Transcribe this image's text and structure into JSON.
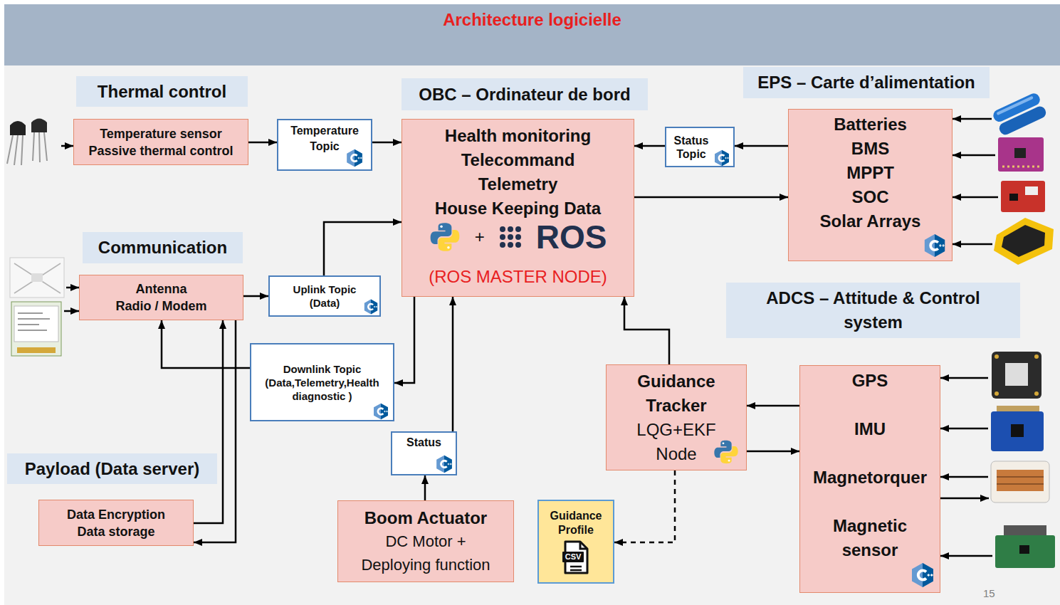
{
  "diagram": {
    "title": "Architecture logicielle",
    "nodes": [
      {
        "text": [
          "Thermal control"
        ]
      },
      {
        "text": [
          "OBC – Ordinateur de bord"
        ]
      },
      {
        "text": [
          "EPS – Carte d’alimentation"
        ]
      },
      {
        "text": [
          "Temperature sensor",
          "Passive thermal control"
        ]
      },
      {
        "text": [
          "Temperature Topic"
        ]
      },
      {
        "text": [
          "Health monitoring",
          "Telecommand",
          "Telemetry",
          "House Keeping Data",
          "+",
          "ROS",
          "(ROS MASTER NODE)"
        ]
      },
      {
        "text": [
          "Status Topic"
        ]
      },
      {
        "text": [
          "Batteries",
          "BMS",
          "MPPT",
          "SOC",
          "Solar Arrays"
        ]
      },
      {
        "text": [
          "Communication"
        ]
      },
      {
        "text": [
          "Antenna",
          "Radio / Modem"
        ]
      },
      {
        "text": [
          "Uplink Topic (Data)"
        ]
      },
      {
        "text": [
          "ADCS – Attitude & Control system"
        ]
      },
      {
        "text": [
          "Downlink Topic (Data,Telemetry,Health diagnostic )"
        ]
      },
      {
        "text": [
          "Guidance Tracker",
          "LQG+EKF Node"
        ]
      },
      {
        "text": [
          "GPS",
          "IMU",
          "Magnetorquer",
          "Magnetic sensor"
        ]
      },
      {
        "text": [
          "Status"
        ]
      },
      {
        "text": [
          "Payload (Data server)"
        ]
      },
      {
        "text": [
          "Data Encryption",
          "Data storage"
        ]
      },
      {
        "text": [
          "Boom Actuator",
          "DC Motor + Deploying function"
        ]
      },
      {
        "text": [
          "Guidance Profile",
          "CSV"
        ]
      }
    ],
    "edges": [
      {
        "from": 3,
        "to": 4,
        "arrow": "to"
      },
      {
        "from": 4,
        "to": 5,
        "arrow": "to"
      },
      {
        "from": 7,
        "to": 6,
        "arrow": "to"
      },
      {
        "from": 6,
        "to": 5,
        "arrow": "to"
      },
      {
        "from": 5,
        "to": 7,
        "arrow": "to"
      },
      {
        "from": 9,
        "to": 10,
        "arrow": "to"
      },
      {
        "from": 10,
        "to": 5,
        "arrow": "to"
      },
      {
        "from": 5,
        "to": 12,
        "arrow": "to"
      },
      {
        "from": 12,
        "to": 9,
        "arrow": "to"
      },
      {
        "from": 15,
        "to": 5,
        "arrow": "to"
      },
      {
        "from": 18,
        "to": 15,
        "arrow": "to"
      },
      {
        "from": 13,
        "to": 5,
        "arrow": "to"
      },
      {
        "from": 14,
        "to": 13,
        "arrow": "to"
      },
      {
        "from": 13,
        "to": 14,
        "arrow": "to"
      },
      {
        "from": 13,
        "to": 19,
        "arrow": "to"
      },
      {
        "from": 17,
        "to": 9,
        "arrow": "to"
      },
      {
        "from": 9,
        "to": 17,
        "arrow": "to"
      }
    ],
    "labels": [
      "15"
    ]
  }
}
